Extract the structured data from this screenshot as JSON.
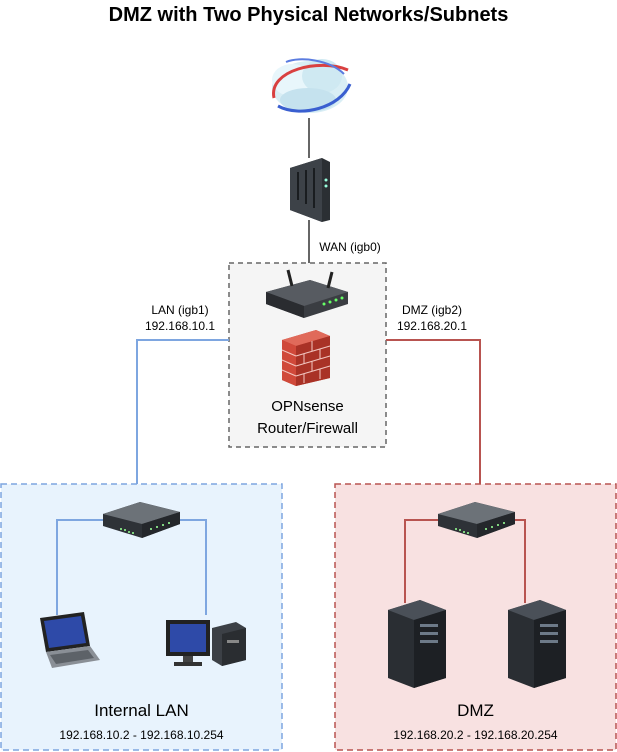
{
  "title": "DMZ with Two Physical Networks/Subnets",
  "wan": {
    "label": "WAN (igb0)"
  },
  "lan_if": {
    "label": "LAN (igb1)",
    "ip": "192.168.10.1"
  },
  "dmz_if": {
    "label": "DMZ (igb2)",
    "ip": "192.168.20.1"
  },
  "router": {
    "line1": "OPNsense",
    "line2": "Router/Firewall"
  },
  "internal_lan": {
    "title": "Internal LAN",
    "range": "192.168.10.2 - 192.168.10.254"
  },
  "dmz": {
    "title": "DMZ",
    "range": "192.168.20.2 - 192.168.20.254"
  },
  "colors": {
    "lan_line": "#7ea6e0",
    "dmz_line": "#b85450",
    "lan_fill": "#e8f3fd",
    "dmz_fill": "#f8e1e1",
    "router_border": "#666666"
  },
  "icons": [
    "internet-cloud-icon",
    "cable-modem-icon",
    "router-icon",
    "firewall-icon",
    "network-switch-icon",
    "laptop-icon",
    "desktop-pc-icon",
    "server-tower-icon"
  ]
}
